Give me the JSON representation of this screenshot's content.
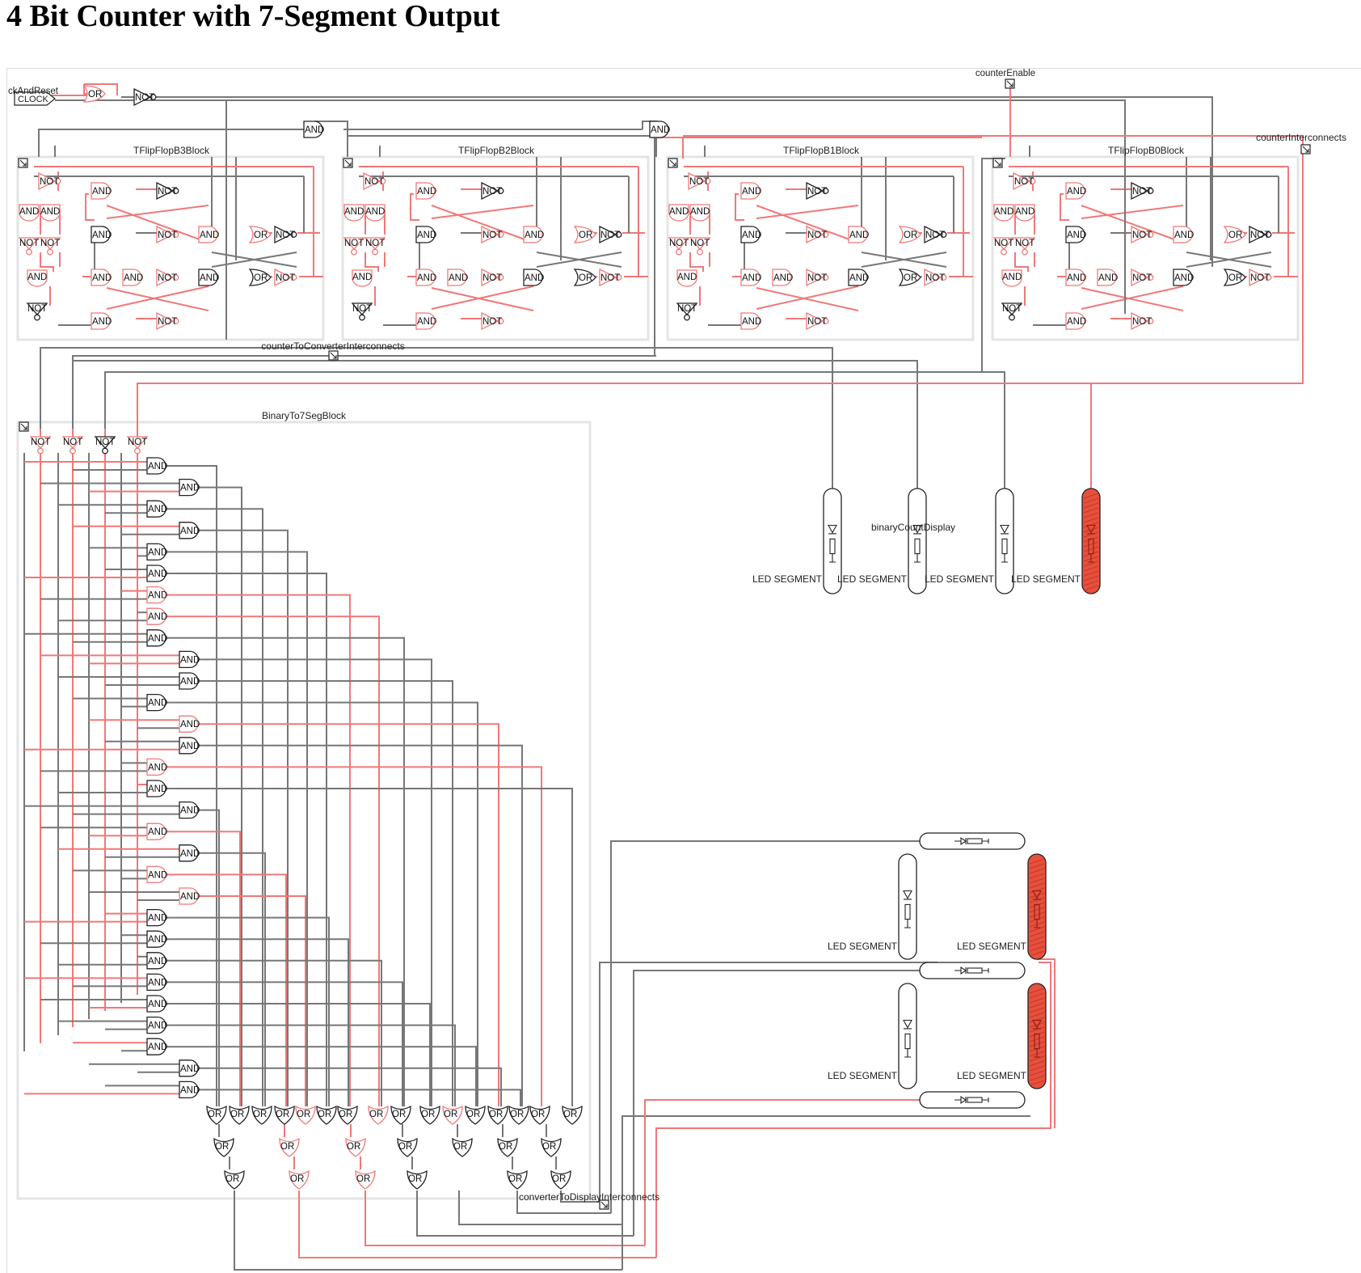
{
  "title": "4 Bit Counter with 7-Segment Output",
  "colors": {
    "off": "#777777",
    "on": "#f07878",
    "seg_on": "#e8503c",
    "frame": "#e4e4e4"
  },
  "labels": {
    "clock_and_reset": "ckAndReset",
    "clock": "CLOCK",
    "counter_enable": "counterEnable",
    "counter_interconnects": "counterInterconnects",
    "counter_to_converter": "counterToConverterInterconnects",
    "converter_to_display": "converterToDisplayInterconnects",
    "binary_display": "binaryCountDisplay",
    "led_segment": "LED SEGMENT"
  },
  "blocks": [
    {
      "id": "b3",
      "label": "TFlipFlopB3Block"
    },
    {
      "id": "b2",
      "label": "TFlipFlopB2Block"
    },
    {
      "id": "b1",
      "label": "TFlipFlopB1Block"
    },
    {
      "id": "b0",
      "label": "TFlipFlopB0Block"
    },
    {
      "id": "conv",
      "label": "BinaryTo7SegBlock"
    }
  ],
  "gate_labels": {
    "and": "AND",
    "or": "OR",
    "not": "NOT"
  },
  "binary_leds": [
    false,
    false,
    false,
    true
  ],
  "seven_segment": {
    "a": false,
    "b": true,
    "c": true,
    "d": false,
    "e": false,
    "f": false,
    "g": false
  }
}
